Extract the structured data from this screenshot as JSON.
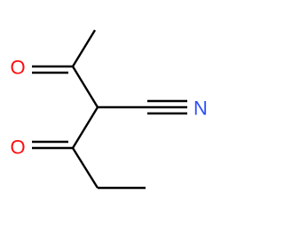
{
  "molecule": {
    "atoms": {
      "oxygen_top": {
        "symbol": "O",
        "color": "#ff0d0d"
      },
      "oxygen_bottom": {
        "symbol": "O",
        "color": "#ff0d0d"
      },
      "nitrogen": {
        "symbol": "N",
        "color": "#3050f8"
      }
    }
  }
}
